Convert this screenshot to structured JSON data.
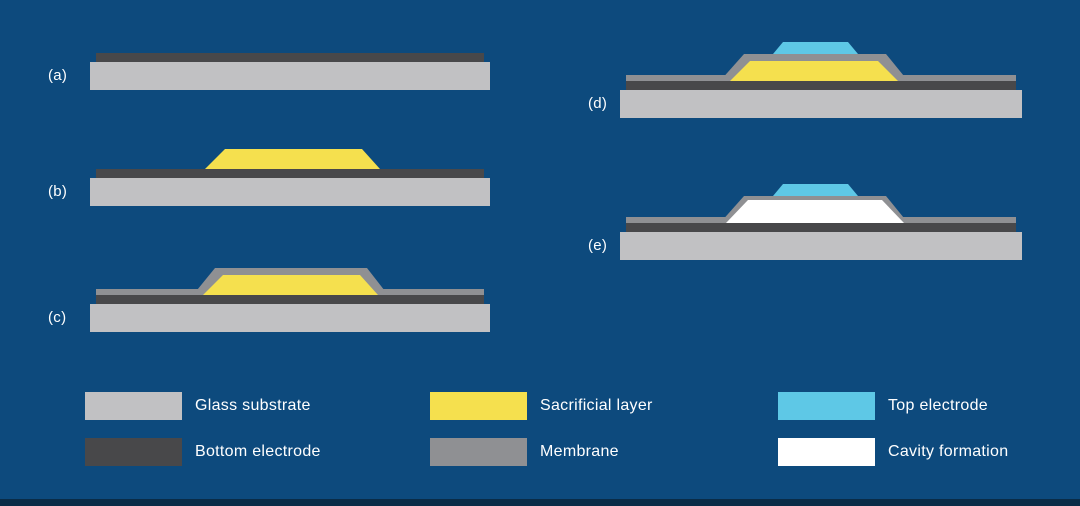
{
  "colors": {
    "background": "#0d4a7d",
    "glass": "#c1c1c3",
    "electrode": "#48484a",
    "sacrificial": "#f5e04e",
    "membrane": "#8f9093",
    "top-electrode": "#5ec8e6",
    "cavity": "#ffffff",
    "text": "#ffffff",
    "footer": "#0a2c47"
  },
  "steps": [
    {
      "label": "(a)"
    },
    {
      "label": "(b)"
    },
    {
      "label": "(c)"
    },
    {
      "label": "(d)"
    },
    {
      "label": "(e)"
    }
  ],
  "legend": [
    {
      "label": "Glass substrate"
    },
    {
      "label": "Bottom electrode"
    },
    {
      "label": "Sacrificial layer"
    },
    {
      "label": "Membrane"
    },
    {
      "label": "Top electrode"
    },
    {
      "label": "Cavity formation"
    }
  ]
}
